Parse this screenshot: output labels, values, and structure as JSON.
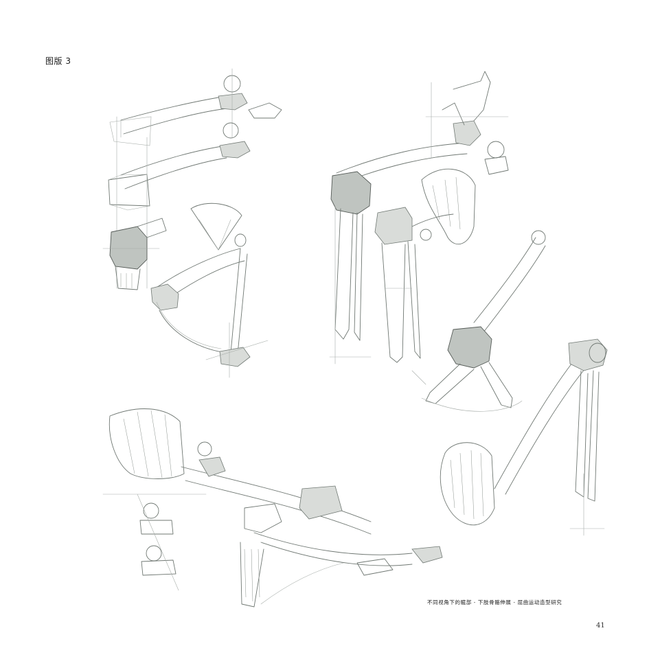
{
  "plate": {
    "label": "图版 3"
  },
  "caption": "不同视角下的髋部 - 下肢骨骼伸展 - 屈曲运动造型研究",
  "page_number": "41",
  "colors": {
    "pencil": "#6f7772",
    "pencil_light": "#a7ada9",
    "pencil_dark": "#3f4541",
    "paper": "#ffffff"
  }
}
